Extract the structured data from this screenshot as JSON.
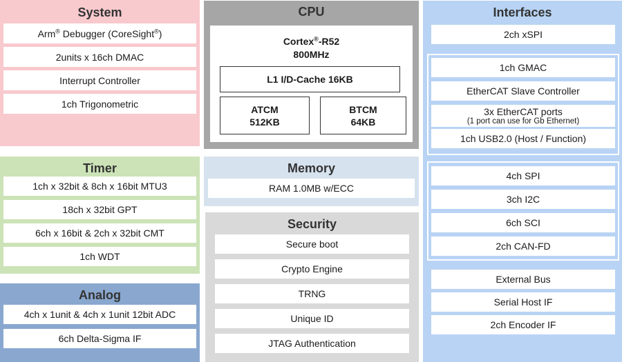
{
  "colors": {
    "system_bg": "#f8c9cd",
    "timer_bg": "#cce3b7",
    "analog_bg": "#8aa8cf",
    "cpu_bg": "#a6a6a6",
    "memory_bg": "#d6e2ee",
    "security_bg": "#d9d9d9",
    "interfaces_bg": "#b8d3f4"
  },
  "system": {
    "title": "System",
    "debugger": {
      "pre": "Arm",
      "reg": "®",
      "mid": " Debugger (CoreSight",
      "reg2": "®",
      "post": ")"
    },
    "items": [
      "2units x 16ch DMAC",
      "Interrupt Controller",
      "1ch Trigonometric"
    ]
  },
  "timer": {
    "title": "Timer",
    "items": [
      "1ch x 32bit & 8ch x 16bit MTU3",
      "18ch x 32bit GPT",
      "6ch x 16bit & 2ch x 32bit CMT",
      "1ch WDT"
    ]
  },
  "analog": {
    "title": "Analog",
    "items": [
      "4ch x 1unit & 4ch x 1unit 12bit ADC",
      "6ch Delta-Sigma IF"
    ]
  },
  "cpu": {
    "title": "CPU",
    "core_pre": "Cortex",
    "core_reg": "®",
    "core_post": "-R52",
    "freq": "800MHz",
    "cache": "L1 I/D-Cache 16KB",
    "atcm_label": "ATCM",
    "atcm_size": "512KB",
    "btcm_label": "BTCM",
    "btcm_size": "64KB"
  },
  "memory": {
    "title": "Memory",
    "items": [
      "RAM 1.0MB w/ECC"
    ]
  },
  "security": {
    "title": "Security",
    "items": [
      "Secure boot",
      "Crypto Engine",
      "TRNG",
      "Unique ID",
      "JTAG Authentication"
    ]
  },
  "interfaces": {
    "title": "Interfaces",
    "xspi": "2ch xSPI",
    "group1": [
      "1ch GMAC",
      "EtherCAT Slave Controller"
    ],
    "ethercat_ports": "3x EtherCAT ports",
    "ethercat_note": "(1 port can use for Gb Ethernet)",
    "usb": "1ch USB2.0 (Host / Function)",
    "group2": [
      "4ch SPI",
      "3ch I2C",
      "6ch SCI",
      "2ch CAN-FD"
    ],
    "group3": [
      "External Bus",
      "Serial Host IF",
      "2ch Encoder IF"
    ]
  }
}
